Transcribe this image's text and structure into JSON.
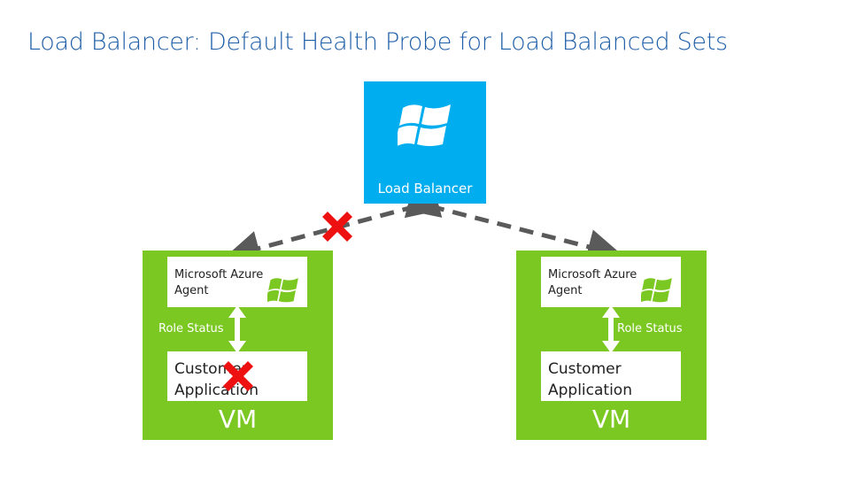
{
  "title": "Load Balancer: Default Health Probe for Load Balanced Sets",
  "colors": {
    "title": "#1f5fa8",
    "load_balancer_fill": "#00adef",
    "vm_fill": "#7cc823",
    "connector": "#5a5a5a",
    "failure_mark": "#ee1111"
  },
  "load_balancer": {
    "label": "Load Balancer",
    "icon": "windows-logo-icon"
  },
  "vms": [
    {
      "id": "left",
      "label": "VM",
      "agent_lines": [
        "Microsoft Azure",
        "Agent"
      ],
      "agent_icon": "windows-logo-icon",
      "role_status": "Role Status",
      "app_lines": [
        "Customer",
        "Application"
      ],
      "app_failed": true,
      "probe_failed": true
    },
    {
      "id": "right",
      "label": "VM",
      "agent_lines": [
        "Microsoft Azure",
        "Agent"
      ],
      "agent_icon": "windows-logo-icon",
      "role_status": "Role Status",
      "app_lines": [
        "Customer",
        "Application"
      ],
      "app_failed": false,
      "probe_failed": false
    }
  ]
}
